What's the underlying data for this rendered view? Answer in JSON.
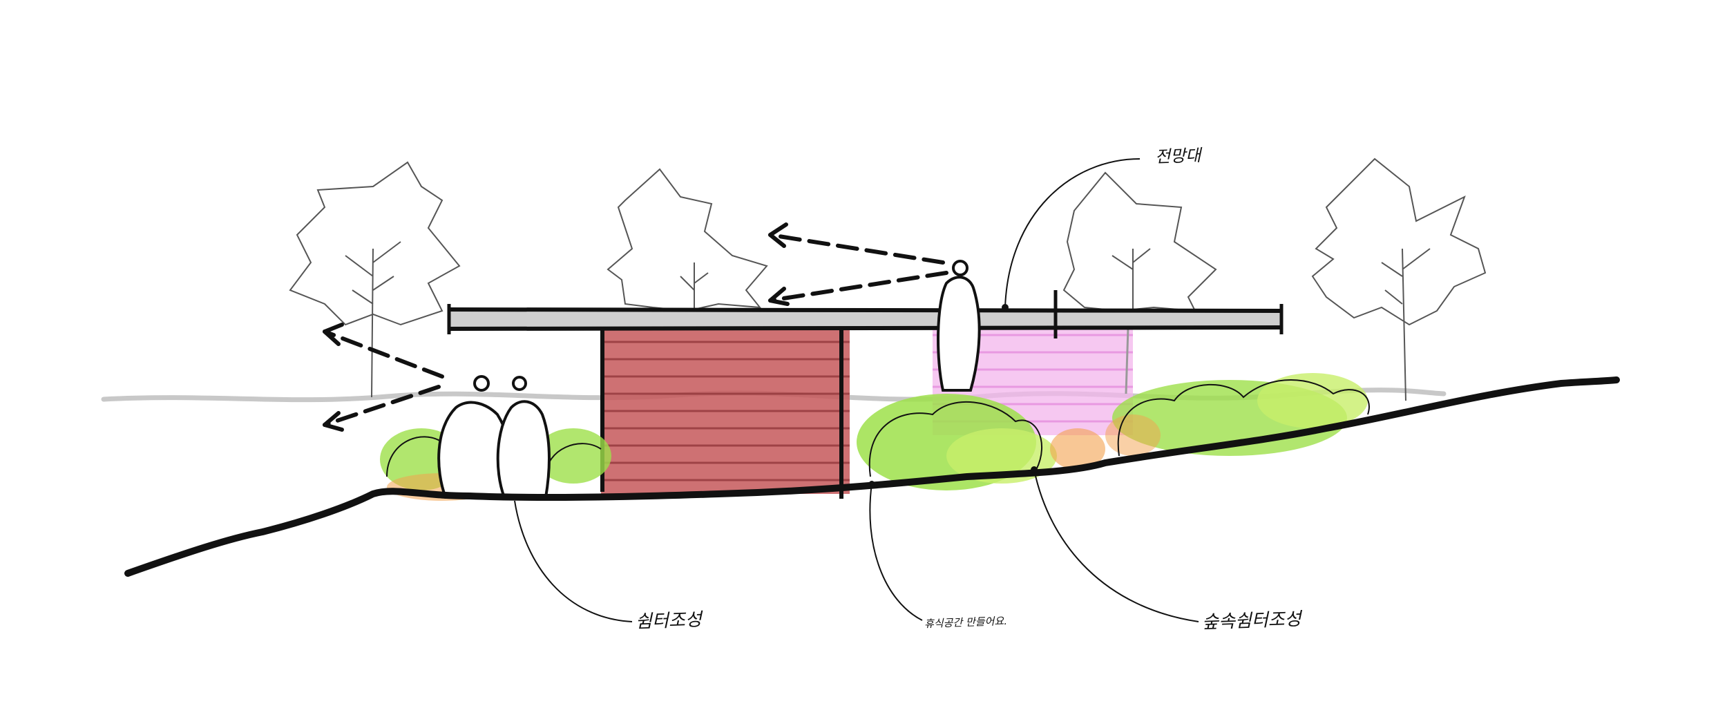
{
  "diagram": {
    "labels": {
      "observation_deck": "전망대",
      "rest_area": "쉼터조성",
      "shade_note": "휴식공간 만들어요.",
      "forest_area": "숲속쉼터조성"
    },
    "colors": {
      "background": "#ffffff",
      "ink": "#111111",
      "deck": "#cfcfcf",
      "red_block": "#c6585a",
      "pink_block": "#f3b6ec",
      "shrub": "#9ee04a",
      "shrub_light": "#c8ef6a",
      "orange": "#f3a24e",
      "water_line": "#c8c8c8",
      "tree_outline": "#555555"
    }
  }
}
